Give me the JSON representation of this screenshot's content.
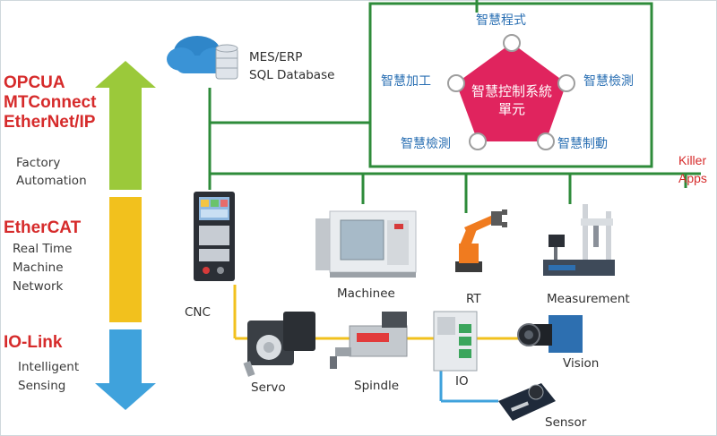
{
  "left_panel": {
    "groups": [
      {
        "protocols": [
          "OPCUA",
          "MTConnect",
          "EtherNet/IP"
        ],
        "description": [
          "Factory",
          "Automation"
        ]
      },
      {
        "protocols": [
          "EtherCAT"
        ],
        "description": [
          "Real Time",
          "Machine",
          "Network"
        ]
      },
      {
        "protocols": [
          "IO-Link"
        ],
        "description": [
          "Intelligent",
          "Sensing"
        ]
      }
    ]
  },
  "database": {
    "line1": "MES/ERP",
    "line2": "SQL Database"
  },
  "smart_unit": {
    "center_line1": "智慧控制系統",
    "center_line2": "單元",
    "nodes": {
      "top": "智慧程式",
      "left": "智慧加工",
      "right": "智慧檢測",
      "bottom_left": "智慧檢測",
      "bottom_right": "智慧制動"
    }
  },
  "killer_apps": {
    "line1": "Killer",
    "line2": "Apps"
  },
  "devices": {
    "cnc": "CNC",
    "machine": "Machinee",
    "robot": "RT",
    "measurement": "Measurement",
    "servo": "Servo",
    "spindle": "Spindle",
    "io": "IO",
    "vision": "Vision",
    "sensor": "Sensor"
  },
  "colors": {
    "network_green": "#2e8b3a",
    "ethercat_yellow": "#f2c11d",
    "iolink_blue": "#3fa2dc",
    "arrow_green": "#9bc93a",
    "pentagon_red": "#e0245e",
    "protocol_red": "#d62b2b"
  }
}
